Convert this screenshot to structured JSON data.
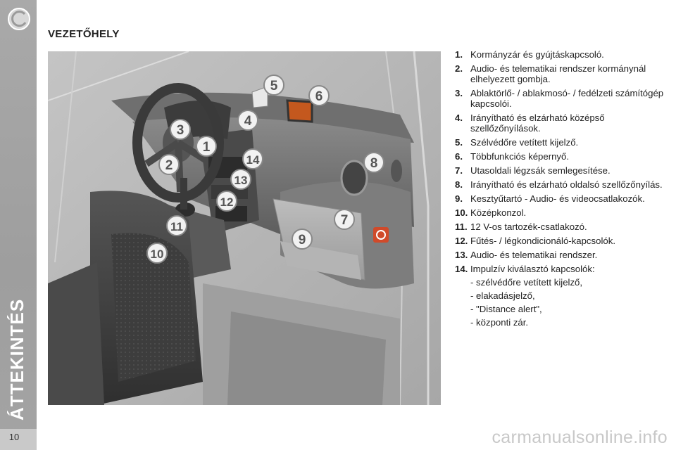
{
  "sidebar": {
    "section_title": "ÁTTEKINTÉS",
    "page_number": "10",
    "logo_icon": "circle-swirl-icon"
  },
  "page": {
    "heading": "VEZETŐHELY"
  },
  "figure": {
    "callouts": [
      "1",
      "2",
      "3",
      "4",
      "5",
      "6",
      "7",
      "8",
      "9",
      "10",
      "11",
      "12",
      "13",
      "14"
    ]
  },
  "legend": {
    "items": [
      {
        "num": "1.",
        "text": "Kormányzár és gyújtáskapcsoló."
      },
      {
        "num": "2.",
        "text": "Audio- és telematikai rendszer kormánynál elhelyezett gombja."
      },
      {
        "num": "3.",
        "text": "Ablaktörlő- / ablakmosó- / fedélzeti számítógép kapcsolói."
      },
      {
        "num": "4.",
        "text": "Irányítható és elzárható középső szellőzőnyílások."
      },
      {
        "num": "5.",
        "text": "Szélvédőre vetített kijelző."
      },
      {
        "num": "6.",
        "text": "Többfunkciós képernyő."
      },
      {
        "num": "7.",
        "text": "Utasoldali légzsák semlegesítése."
      },
      {
        "num": "8.",
        "text": "Irányítható és elzárható oldalsó szellőzőnyílás."
      },
      {
        "num": "9.",
        "text": "Kesztyűtartó - Audio- és videocsatlakozók."
      },
      {
        "num": "10.",
        "text": "Középkonzol."
      },
      {
        "num": "11.",
        "text": "12 V-os tartozék-csatlakozó."
      },
      {
        "num": "12.",
        "text": "Fűtés- / légkondicionáló-kapcsolók."
      },
      {
        "num": "13.",
        "text": "Audio- és telematikai rendszer."
      },
      {
        "num": "14.",
        "text": "Impulzív kiválasztó kapcsolók:"
      }
    ],
    "sub_items": [
      "- szélvédőre vetített kijelző,",
      "- elakadásjelző,",
      "- \"Distance alert\",",
      "- központi zár."
    ]
  },
  "watermark": "carmanualsonline.info"
}
